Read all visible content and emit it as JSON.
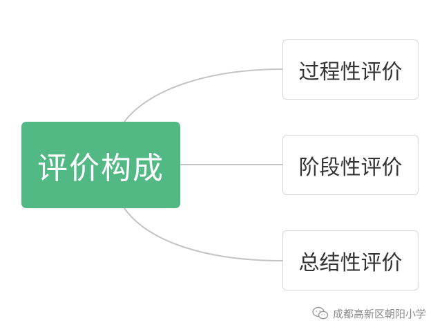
{
  "diagram": {
    "root": {
      "label": "评价构成"
    },
    "children": [
      {
        "label": "过程性评价"
      },
      {
        "label": "阶段性评价"
      },
      {
        "label": "总结性评价"
      }
    ]
  },
  "watermark": {
    "text": "成都高新区朝阳小学",
    "icon": "wechat-icon"
  },
  "colors": {
    "root_fill": "#52b884",
    "child_border": "#d6d6d6",
    "connector": "#c4c4c4",
    "text_dark": "#333333",
    "watermark": "#8a8a8a"
  }
}
